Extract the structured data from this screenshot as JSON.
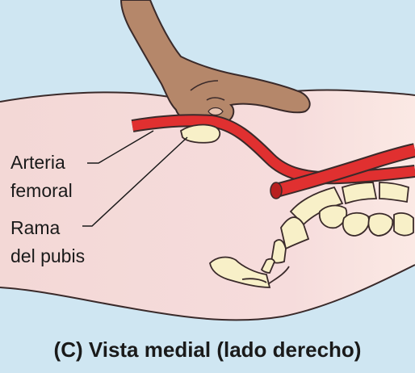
{
  "labels": {
    "femoral_artery_line1": "Arteria",
    "femoral_artery_line2": "femoral",
    "pubic_ramus_line1": "Rama",
    "pubic_ramus_line2": "del pubis"
  },
  "caption": "(C) Vista medial (lado derecho)",
  "colors": {
    "background": "#cfe6f2",
    "body_surface": "#f6dede",
    "skin_hand": "#b5876a",
    "artery": "#e03030",
    "bone": "#f8f0c8"
  }
}
